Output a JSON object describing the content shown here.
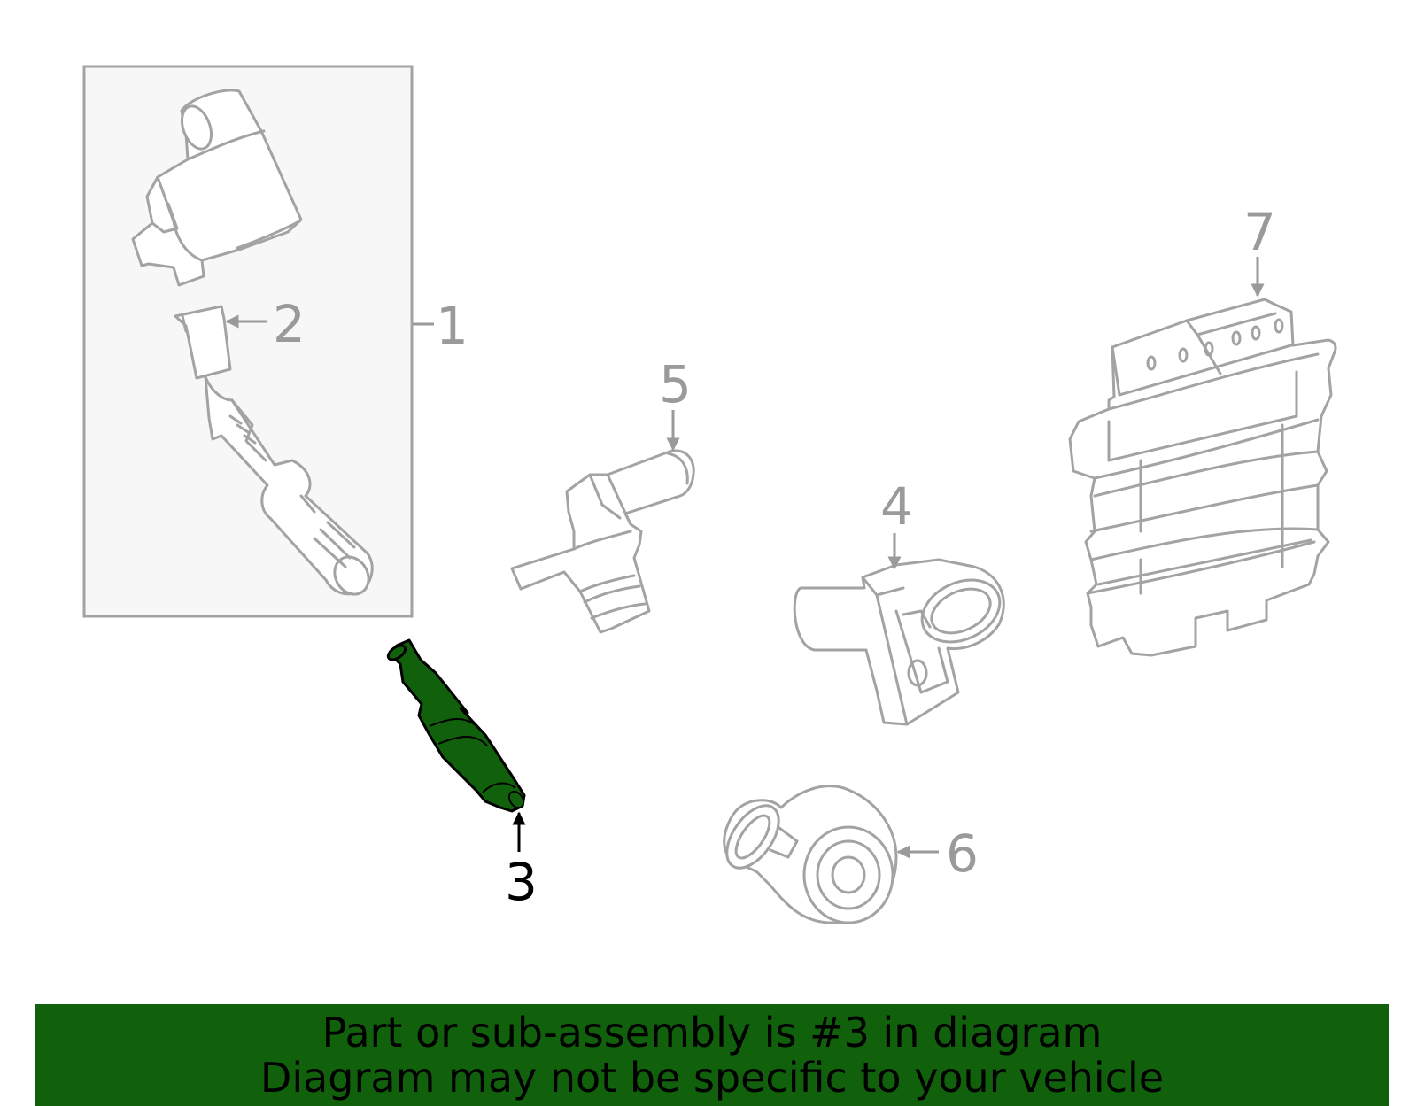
{
  "callouts": {
    "c1": "1",
    "c2": "2",
    "c3": "3",
    "c4": "4",
    "c5": "5",
    "c6": "6",
    "c7": "7"
  },
  "highlighted_part": "3",
  "colors": {
    "highlight": "#11600b",
    "outline": "#a3a3a3",
    "callout_text": "#9a9a9a",
    "banner_background": "#11600b",
    "assembly_box_fill": "#f7f7f7"
  },
  "banner": {
    "line1": "Part or sub-assembly is #3 in diagram",
    "line2": "Diagram may not be specific to your vehicle"
  }
}
